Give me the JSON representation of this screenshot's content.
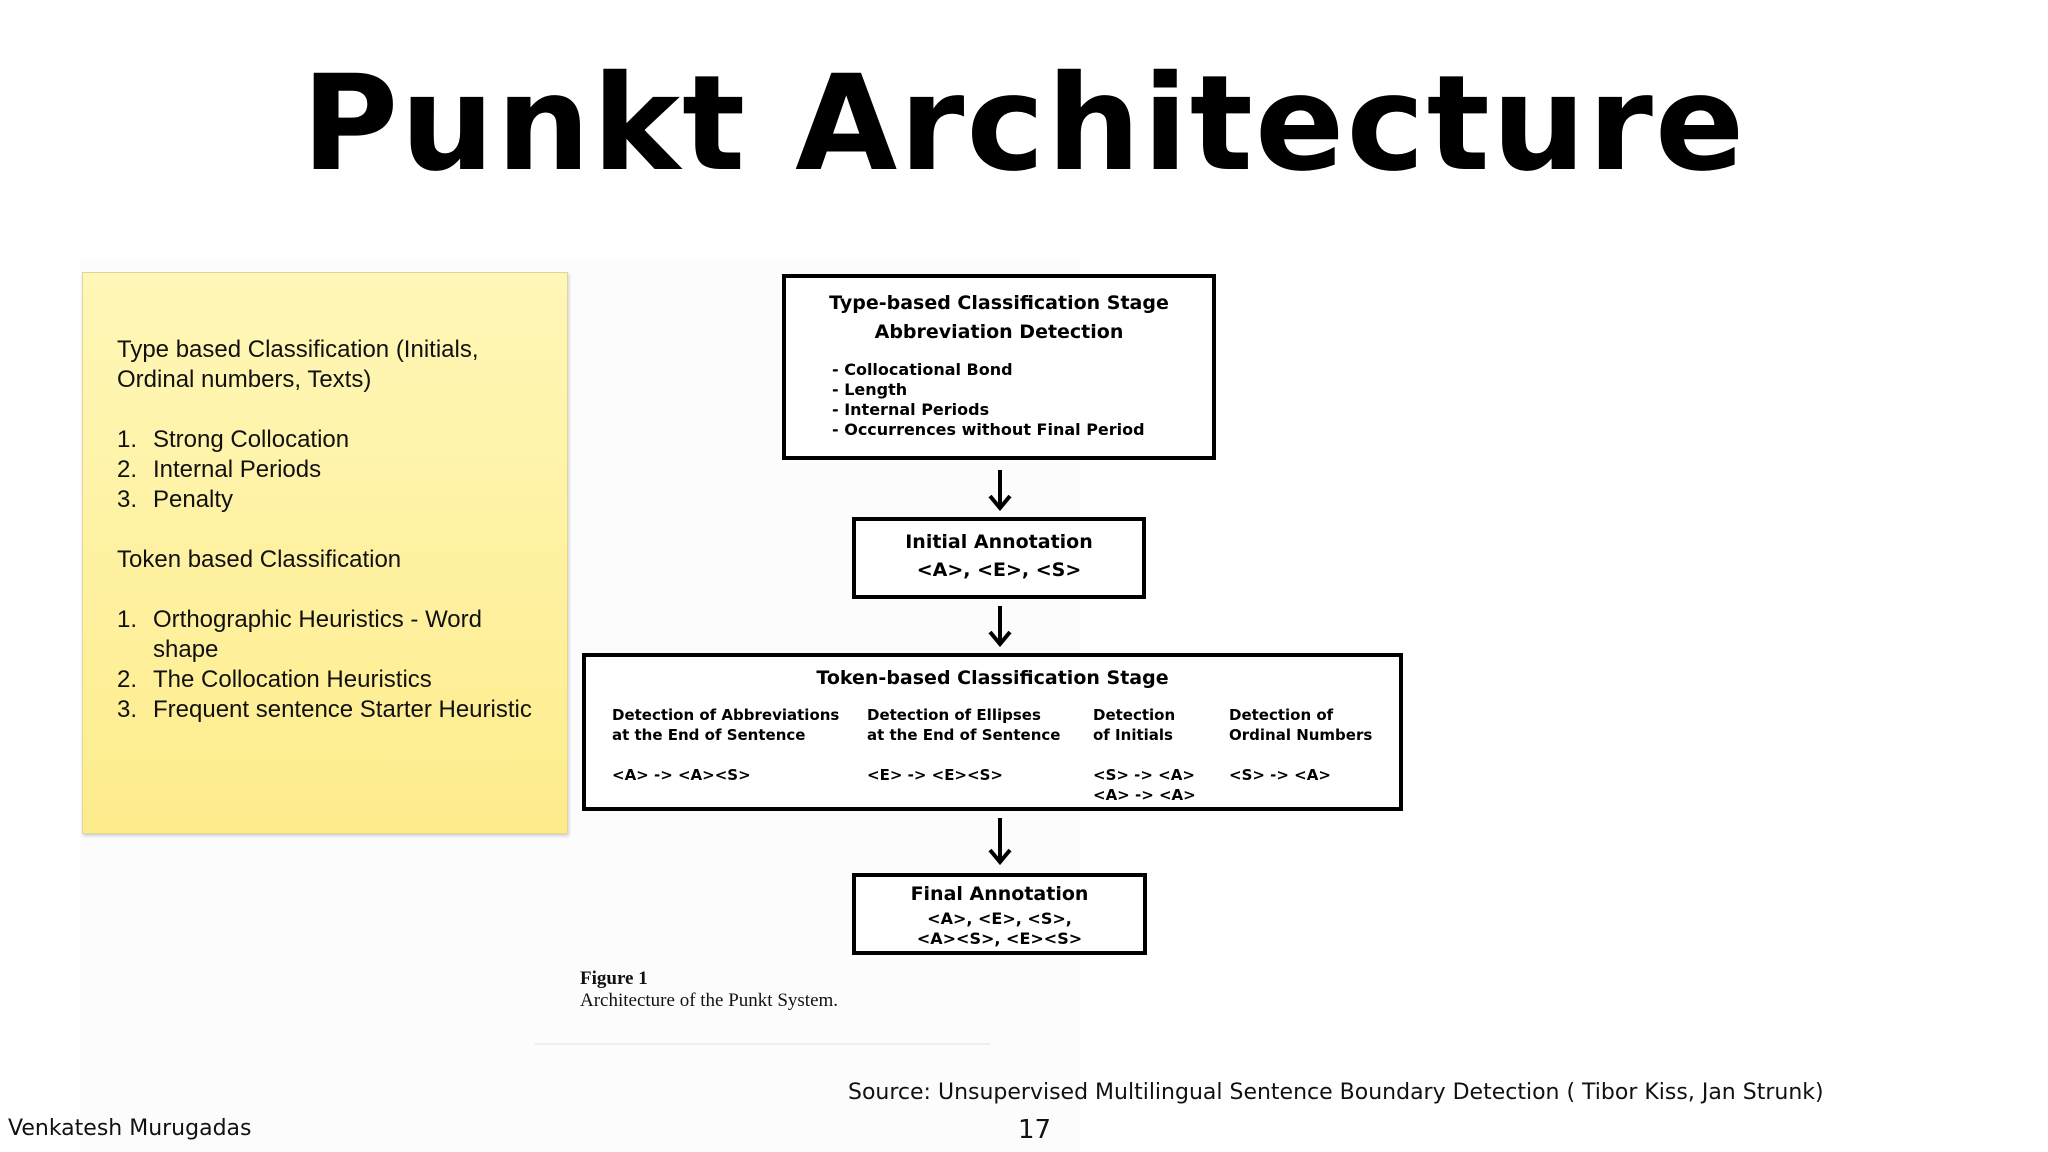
{
  "slide": {
    "title": "Punkt Architecture",
    "source": "Source: Unsupervised Multilingual Sentence Boundary Detection ( Tibor Kiss, Jan Strunk)",
    "author": "Venkatesh Murugadas",
    "page_number": "17"
  },
  "note": {
    "heading1": "Type based Classification (Initials, Ordinal numbers, Texts)",
    "list1": [
      {
        "num": "1.",
        "text": "Strong Collocation"
      },
      {
        "num": "2.",
        "text": "Internal Periods"
      },
      {
        "num": "3.",
        "text": "Penalty"
      }
    ],
    "heading2": "Token based Classification",
    "list2": [
      {
        "num": "1.",
        "text": "Orthographic Heuristics - Word shape"
      },
      {
        "num": "2.",
        "text": "The Collocation Heuristics"
      },
      {
        "num": "3.",
        "text": "Frequent sentence Starter Heuristic"
      }
    ]
  },
  "diagram": {
    "type_stage": {
      "title": "Type-based Classification Stage",
      "subtitle": "Abbreviation Detection",
      "items": [
        "- Collocational Bond",
        "- Length",
        "- Internal Periods",
        "- Occurrences without Final Period"
      ]
    },
    "initial_annotation": {
      "title": "Initial Annotation",
      "value": "<A>, <E>, <S>"
    },
    "token_stage": {
      "title": "Token-based Classification Stage",
      "columns": [
        {
          "line1": "Detection of Abbreviations",
          "line2": "at the End of Sentence",
          "rule1": "<A> -> <A><S>",
          "rule2": ""
        },
        {
          "line1": "Detection of Ellipses",
          "line2": "at the End of Sentence",
          "rule1": "<E> -> <E><S>",
          "rule2": ""
        },
        {
          "line1": "Detection",
          "line2": "of Initials",
          "rule1": "<S> -> <A>",
          "rule2": "<A> -> <A>"
        },
        {
          "line1": "Detection of",
          "line2": "Ordinal Numbers",
          "rule1": "<S> -> <A>",
          "rule2": ""
        }
      ]
    },
    "final_annotation": {
      "title": "Final Annotation",
      "line1": "<A>, <E>, <S>,",
      "line2": "<A><S>, <E><S>"
    },
    "caption": {
      "figure": "Figure 1",
      "text": "Architecture of the Punkt System."
    }
  }
}
